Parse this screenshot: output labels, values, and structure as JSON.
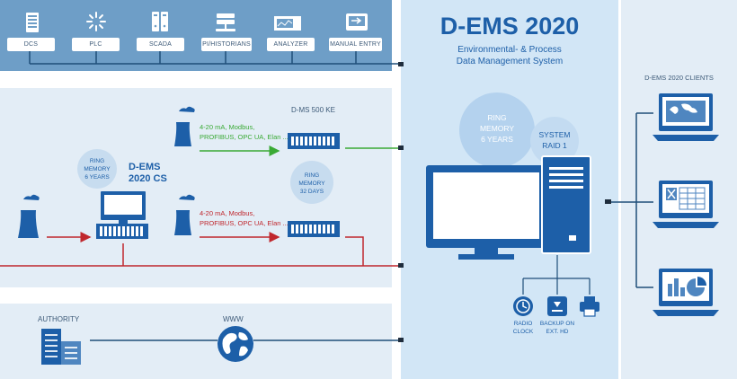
{
  "sources": {
    "items": [
      {
        "label": "DCS",
        "icon": "server-icon"
      },
      {
        "label": "PLC",
        "icon": "sparkle-icon"
      },
      {
        "label": "SCADA",
        "icon": "scada-server-icon"
      },
      {
        "label": "PI/HISTORIANS",
        "icon": "historian-icon"
      },
      {
        "label": "ANALYZER",
        "icon": "analyzer-icon"
      },
      {
        "label": "MANUAL ENTRY",
        "icon": "manual-entry-icon"
      }
    ]
  },
  "dems_main": {
    "title": "D-EMS 2020",
    "subtitle_line1": "Environmental- & Process",
    "subtitle_line2": "Data Management System",
    "ring_memory": [
      "RING",
      "MEMORY",
      "6 YEARS"
    ],
    "system_raid": [
      "SYSTEM",
      "RAID 1"
    ],
    "peripherals": [
      {
        "line1": "RADIO",
        "line2": "CLOCK",
        "icon": "clock-icon"
      },
      {
        "line1": "BACKUP ON",
        "line2": "EXT. HD",
        "icon": "hard-drive-icon"
      },
      {
        "line1": "",
        "line2": "",
        "icon": "printer-icon"
      }
    ]
  },
  "middle": {
    "ke_title": "D-MS 500 KE",
    "green_protocols_1": "4-20 mA, Modbus,",
    "green_protocols_2": "PROFIBUS, OPC UA, Elan ...",
    "red_protocols_1": "4-20 mA, Modbus,",
    "red_protocols_2": "PROFIBUS, OPC UA, Elan ...",
    "cs_ring": [
      "RING",
      "MEMORY",
      "6 YEARS"
    ],
    "cs_title_1": "D-EMS",
    "cs_title_2": "2020 CS",
    "ke_ring": [
      "RING",
      "MEMORY",
      "32 DAYS"
    ]
  },
  "bottom": {
    "authority_label": "AUTHORITY",
    "www_label": "WWW"
  },
  "clients": {
    "title": "D-EMS 2020 CLIENTS"
  },
  "colors": {
    "dark_blue": "#1d5fa8",
    "band_blue": "#6e9ec7",
    "panel_light": "#e3edf6",
    "main_panel": "#d2e6f6",
    "green": "#3aaa35",
    "red": "#c0272d",
    "line_navy": "#1f4e79"
  }
}
